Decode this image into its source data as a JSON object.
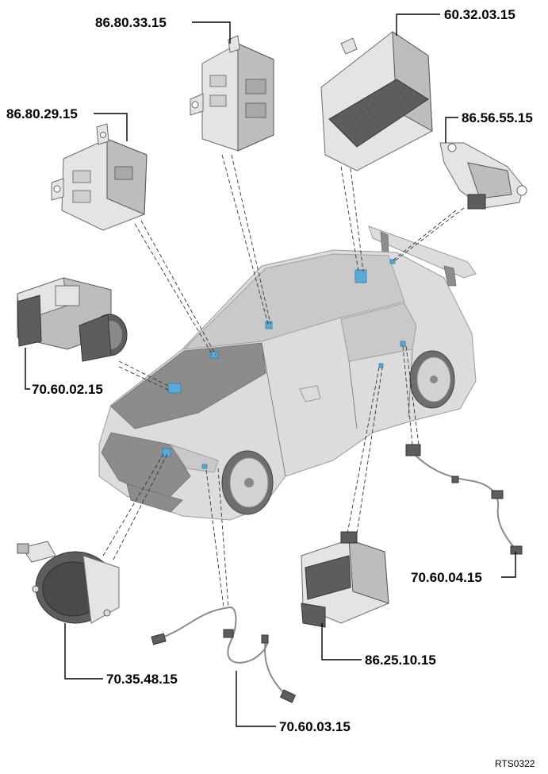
{
  "labels": {
    "c1": "86.80.33.15",
    "c2": "60.32.03.15",
    "c3": "86.80.29.15",
    "c4": "86.56.55.15",
    "c5": "70.60.02.15",
    "c6": "70.60.04.15",
    "c7": "86.25.10.15",
    "c8": "70.35.48.15",
    "c9": "70.60.03.15"
  },
  "reference": "RTS0322",
  "colors": {
    "highlight": "#5aa9d6",
    "leader": "#000000"
  }
}
